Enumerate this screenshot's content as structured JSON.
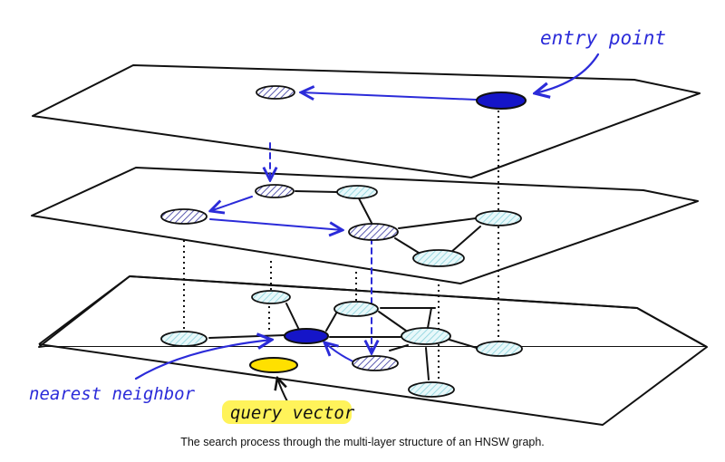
{
  "labels": {
    "entry_point": "entry point",
    "nearest_neighbor": "nearest neighbor",
    "query_vector": "query vector"
  },
  "caption": "The search process through the multi-layer structure of an HNSW graph.",
  "colors": {
    "ink": "#111111",
    "path_blue": "#2b2bd9",
    "entry_fill": "#1515c8",
    "visited_fill": "#ffffff",
    "visited_hatch": "#5a5ab0",
    "node_fill": "#d4f1f4",
    "node_hatch": "#8fd3dc",
    "query_fill": "#ffe000",
    "query_highlight": "#fff35a"
  },
  "icons": [
    "hatched-visited-node",
    "cyan-node",
    "blue-entry-node",
    "yellow-query-node"
  ]
}
